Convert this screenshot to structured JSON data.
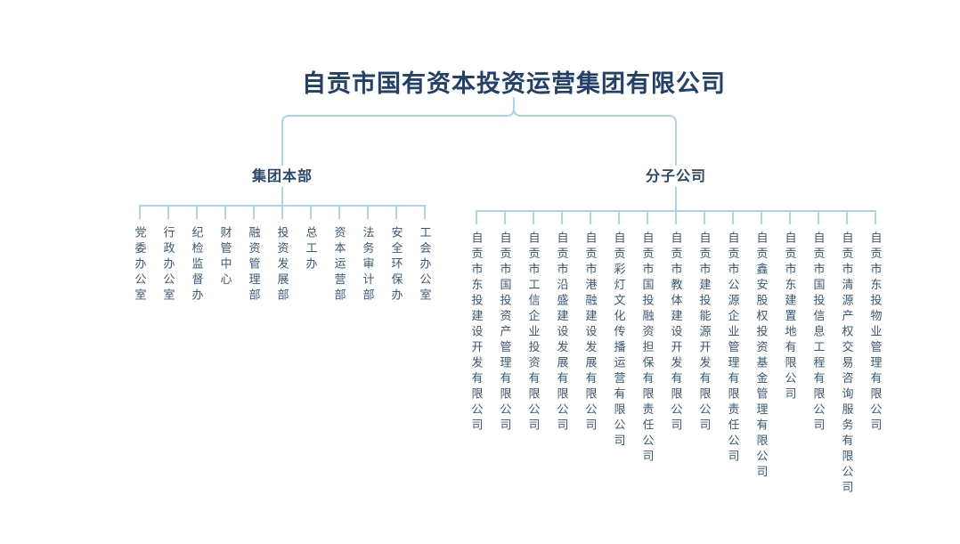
{
  "title": "自贡市国有资本投资运营集团有限公司",
  "colors": {
    "title": "#21406a",
    "branch_label": "#29486b",
    "node_text": "#3a5876",
    "connector_line": "#a8d6e8"
  },
  "branches": [
    {
      "label": "集团本部",
      "items": [
        "党委办公室",
        "行政办公室",
        "纪检监督办",
        "财管中心",
        "融资管理部",
        "投资发展部",
        "总工办",
        "资本运营部",
        "法务审计部",
        "安全环保办",
        "工会办公室"
      ]
    },
    {
      "label": "分子公司",
      "items": [
        "自贡市东投建设开发有限公司",
        "自贡市国投资产管理有限公司",
        "自贡市工信企业投资有限公司",
        "自贡市沿盛建设发展有限公司",
        "自贡市港融建设发展有限公司",
        "自贡彩灯文化传播运营有限公司",
        "自贡市国投融资担保有限责任公司",
        "自贡市教体建设开发有限公司",
        "自贡市建投能源开发有限公司",
        "自贡市公源企业管理有限责任公司",
        "自贡鑫安股权投资基金管理有限公司",
        "自贡市东建置地有限公司",
        "自贡市国投信息工程有限公司",
        "自贡市清源产权交易咨询服务有限公司",
        "自贡市东投物业管理有限公司"
      ]
    }
  ]
}
